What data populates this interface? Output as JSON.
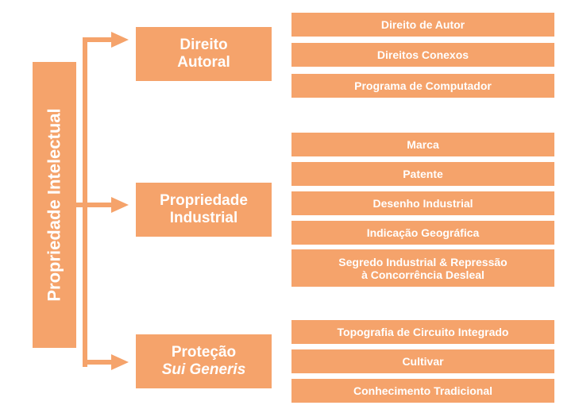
{
  "colors": {
    "box": "#f5a36b",
    "text": "#ffffff",
    "background": "#ffffff"
  },
  "root": {
    "label": "Propriedade Intelectual"
  },
  "categories": [
    {
      "id": "autoral",
      "line1": "Direito",
      "line2": "Autoral",
      "line2_italic": false,
      "items": [
        "Direito de Autor",
        "Direitos Conexos",
        "Programa de Computador"
      ]
    },
    {
      "id": "industrial",
      "line1": "Propriedade",
      "line2": "Industrial",
      "line2_italic": false,
      "items": [
        "Marca",
        "Patente",
        "Desenho Industrial",
        "Indicação Geográfica",
        "Segredo Industrial & Repressão\nà Concorrência Desleal"
      ]
    },
    {
      "id": "sui-generis",
      "line1": "Proteção",
      "line2": "Sui Generis",
      "line2_italic": true,
      "items": [
        "Topografia de Circuito Integrado",
        "Cultivar",
        "Conhecimento Tradicional"
      ]
    }
  ]
}
